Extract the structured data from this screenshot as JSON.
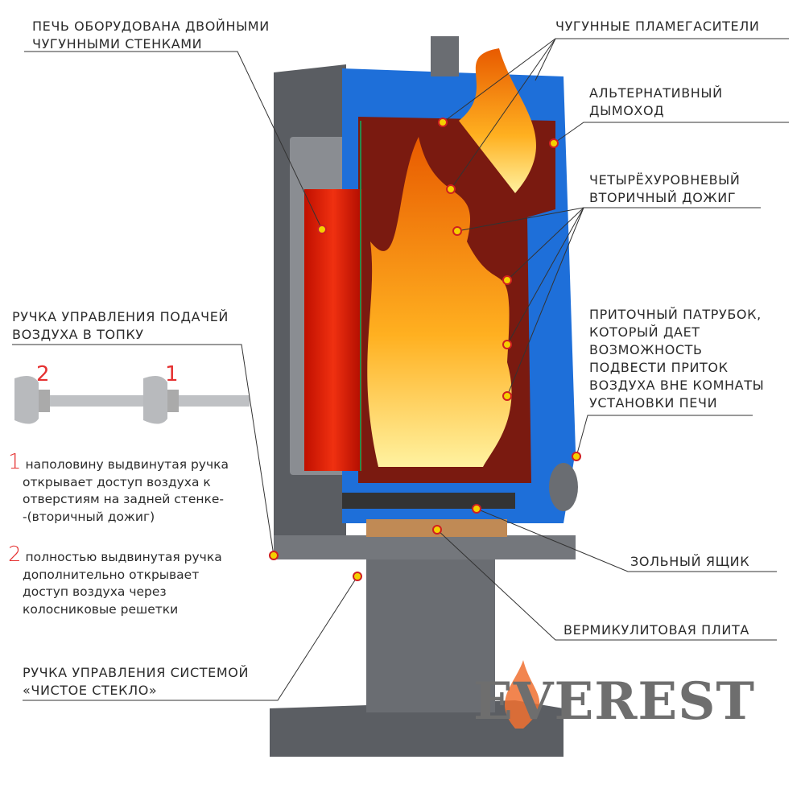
{
  "labels": {
    "double_walls": [
      "ПЕЧЬ ОБОРУДОВАНА ДВОЙНЫМИ",
      "ЧУГУННЫМИ СТЕНКАМИ"
    ],
    "flame_dampers": [
      "ЧУГУННЫЕ ПЛАМЕГАСИТЕЛИ"
    ],
    "alt_chimney": [
      "АЛЬТЕРНАТИВНЫЙ",
      "ДЫМОХОД"
    ],
    "secondary_burn": [
      "ЧЕТЫРЁХУРОВНЕВЫЙ",
      "ВТОРИЧНЫЙ ДОЖИГ"
    ],
    "air_inlet": [
      "ПРИТОЧНЫЙ ПАТРУБОК,",
      "КОТОРЫЙ ДАЕТ",
      "ВОЗМОЖНОСТЬ",
      "ПОДВЕСТИ ПРИТОК",
      "ВОЗДУХА ВНЕ КОМНАТЫ",
      "УСТАНОВКИ ПЕЧИ"
    ],
    "ash_box": [
      "ЗОЛЬНЫЙ ЯЩИК"
    ],
    "vermiculite": [
      "ВЕРМИКУЛИТОВАЯ ПЛИТА"
    ],
    "air_handle": [
      "РУЧКА УПРАВЛЕНИЯ ПОДАЧЕЙ",
      "ВОЗДУХА В ТОПКУ"
    ],
    "clean_glass": [
      "РУЧКА УПРАВЛЕНИЯ СИСТЕМОЙ",
      "«ЧИСТОЕ СТЕКЛО»"
    ]
  },
  "handle_positions": {
    "pos2": "2",
    "pos1": "1"
  },
  "notes": [
    {
      "num": "1",
      "lines": [
        "наполовину выдвинутая ручка",
        "открывает доступ воздуха к",
        "отверстиям на задней стенке-",
        "-(вторичный дожиг)"
      ]
    },
    {
      "num": "2",
      "lines": [
        "полностью выдвинутая ручка",
        "дополнительно открывает",
        "доступ воздуха через",
        "колосниковые решетки"
      ]
    }
  ],
  "logo": "EVEREST",
  "colors": {
    "accent_red": "#e53030",
    "cast_iron_blue": "#1e6fd9",
    "marker_yellow": "#f5d000",
    "body_gray": "#5a5d62"
  }
}
